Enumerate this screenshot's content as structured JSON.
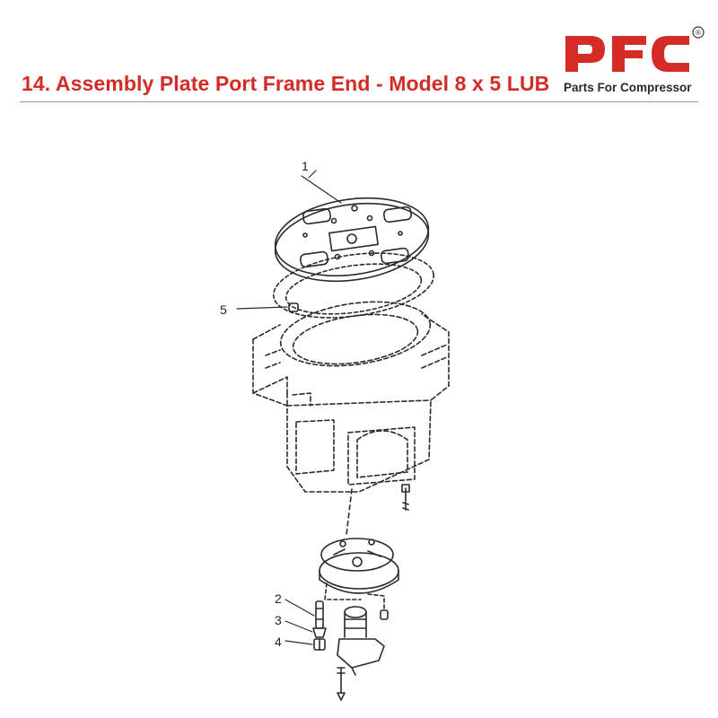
{
  "header": {
    "title": "14. Assembly Plate Port Frame End - Model 8 x 5 LUB",
    "logo": {
      "text": "PFC",
      "registered": "®",
      "tagline": "Parts For Compressor",
      "color": "#d52b27"
    }
  },
  "diagram": {
    "callouts": [
      {
        "id": "1",
        "label": "1"
      },
      {
        "id": "2",
        "label": "2"
      },
      {
        "id": "3",
        "label": "3"
      },
      {
        "id": "4",
        "label": "4"
      },
      {
        "id": "5",
        "label": "5"
      }
    ],
    "line_color": "#2b2b2b"
  }
}
